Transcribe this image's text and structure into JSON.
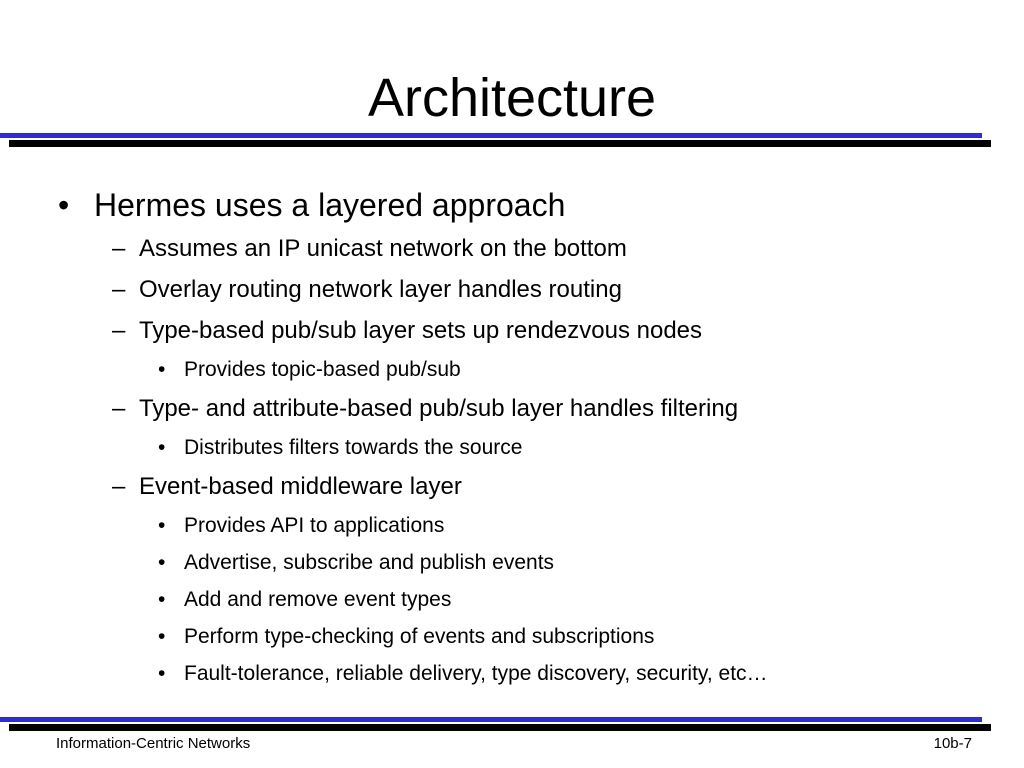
{
  "slide": {
    "title": "Architecture",
    "bullets": [
      {
        "level": 1,
        "marker": "•",
        "text": "Hermes uses a layered approach"
      },
      {
        "level": 2,
        "marker": "–",
        "text": "Assumes an IP unicast network on the bottom"
      },
      {
        "level": 2,
        "marker": "–",
        "text": "Overlay routing network layer handles routing"
      },
      {
        "level": 2,
        "marker": "–",
        "text": "Type-based pub/sub layer sets up rendezvous nodes"
      },
      {
        "level": 3,
        "marker": "•",
        "text": "Provides topic-based pub/sub"
      },
      {
        "level": 2,
        "marker": "–",
        "text": "Type- and attribute-based pub/sub layer handles filtering"
      },
      {
        "level": 3,
        "marker": "•",
        "text": "Distributes filters towards the source"
      },
      {
        "level": 2,
        "marker": "–",
        "text": "Event-based middleware layer"
      },
      {
        "level": 3,
        "marker": "•",
        "text": "Provides API to applications"
      },
      {
        "level": 3,
        "marker": "•",
        "text": "Advertise, subscribe and publish events"
      },
      {
        "level": 3,
        "marker": "•",
        "text": "Add and remove event types"
      },
      {
        "level": 3,
        "marker": "•",
        "text": "Perform type-checking of events and subscriptions"
      },
      {
        "level": 3,
        "marker": "•",
        "text": "Fault-tolerance, reliable delivery, type discovery, security, etc…"
      }
    ],
    "footer": {
      "left": "Information-Centric Networks",
      "right": "10b-7"
    },
    "colors": {
      "rule_blue": "#2e2ecf",
      "rule_black": "#000000",
      "background": "#ffffff"
    }
  }
}
